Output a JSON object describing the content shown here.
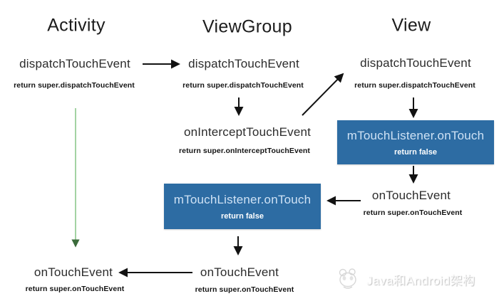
{
  "diagram": {
    "columns": [
      {
        "title": "Activity"
      },
      {
        "title": "ViewGroup"
      },
      {
        "title": "View"
      }
    ],
    "nodes": {
      "activity_dispatch": {
        "label": "dispatchTouchEvent",
        "note": "return super.dispatchTouchEvent"
      },
      "viewgroup_dispatch": {
        "label": "dispatchTouchEvent",
        "note": "return super.dispatchTouchEvent"
      },
      "view_dispatch": {
        "label": "dispatchTouchEvent",
        "note": "return super.dispatchTouchEvent"
      },
      "viewgroup_intercept": {
        "label": "onInterceptTouchEvent",
        "note": "return super.onInterceptTouchEvent"
      },
      "view_touch_listener": {
        "label": "mTouchListener.onTouch",
        "note": "return false"
      },
      "view_on_touch": {
        "label": "onTouchEvent",
        "note": "return super.onTouchEvent"
      },
      "viewgroup_touch_listener": {
        "label": "mTouchListener.onTouch",
        "note": "return false"
      },
      "viewgroup_on_touch": {
        "label": "onTouchEvent",
        "note": "return super.onTouchEvent"
      },
      "activity_on_touch": {
        "label": "onTouchEvent",
        "note": "return super.onTouchEvent"
      }
    }
  },
  "watermark": {
    "text": "Java和Android架构",
    "icon": "panda-logo"
  },
  "colors": {
    "box_blue": "#2d6ca3",
    "box_title": "#cfe2f5",
    "arrow_black": "#121212",
    "arrow_green_line": "#8cc88c",
    "arrow_green_head": "#3a6b3a"
  }
}
